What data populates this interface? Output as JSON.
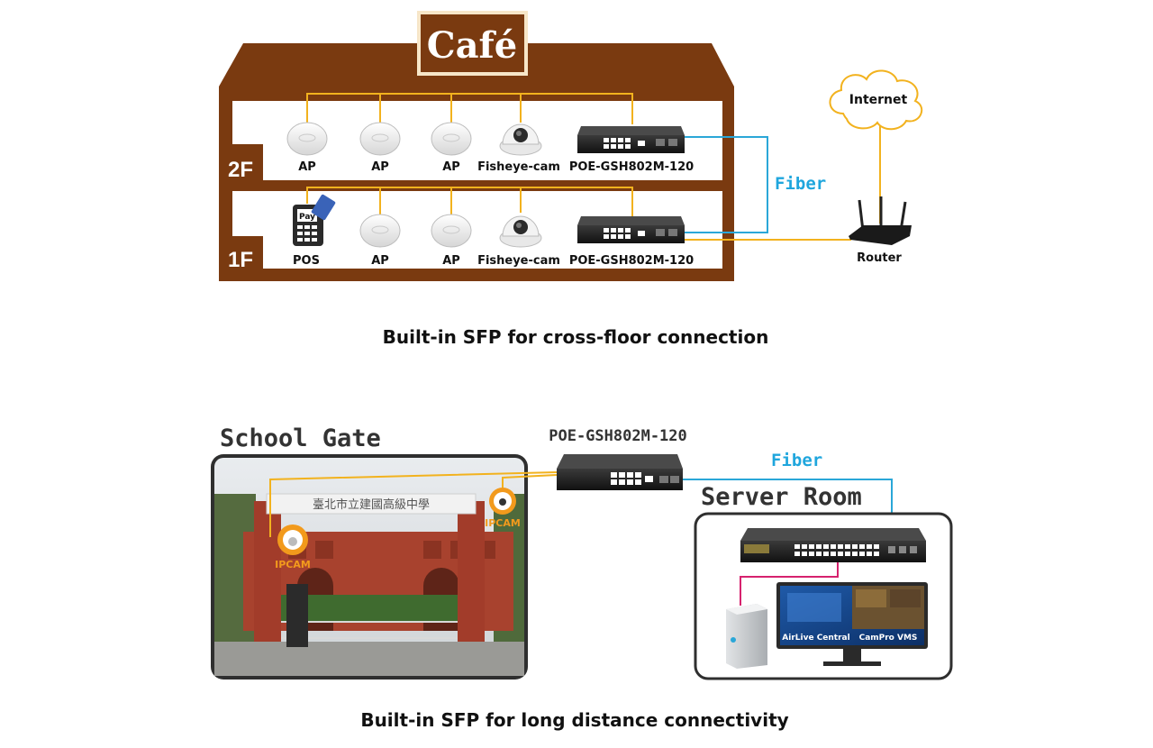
{
  "cafe": {
    "sign": "Café",
    "floor2": {
      "label": "2F",
      "devices": [
        "AP",
        "AP",
        "AP",
        "Fisheye-cam",
        "POE-GSH802M-120"
      ]
    },
    "floor1": {
      "label": "1F",
      "devices": [
        "POS",
        "AP",
        "AP",
        "Fisheye-cam",
        "POE-GSH802M-120"
      ],
      "pos_screen": "Pay"
    },
    "fiber_label": "Fiber",
    "internet_label": "Internet",
    "router_label": "Router",
    "caption": "Built-in SFP for cross-floor connection"
  },
  "school": {
    "gate_title": "School Gate",
    "switch_label": "POE-GSH802M-120",
    "fiber_label": "Fiber",
    "server_room_title": "Server Room",
    "ipcam_labels": [
      "IPCAM",
      "IPCAM"
    ],
    "school_sign": "臺北市立建國高級中學",
    "screen_labels": [
      "AirLive Central",
      "CamPro VMS"
    ],
    "caption": "Built-in SFP for long distance connectivity"
  },
  "colors": {
    "building": "#7a3a10",
    "poe_line": "#f2b21e",
    "fiber_line": "#2aa7d8",
    "fiber_text": "#1fa6dd",
    "pink_line": "#d6226e",
    "ipcam": "#f29a1c"
  }
}
